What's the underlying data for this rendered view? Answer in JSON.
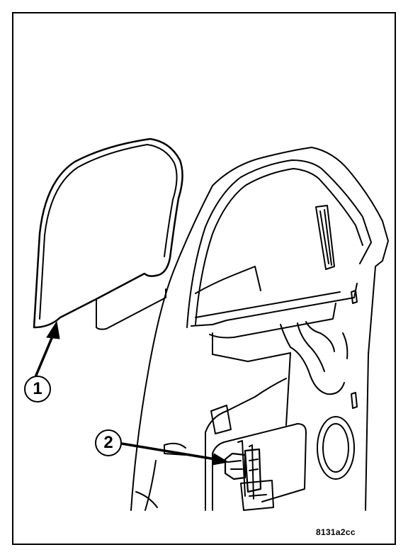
{
  "callouts": [
    {
      "number": "1"
    },
    {
      "number": "2"
    }
  ],
  "figure_code": "8131a2cc",
  "colors": {
    "line": "#000000",
    "background": "#ffffff"
  }
}
